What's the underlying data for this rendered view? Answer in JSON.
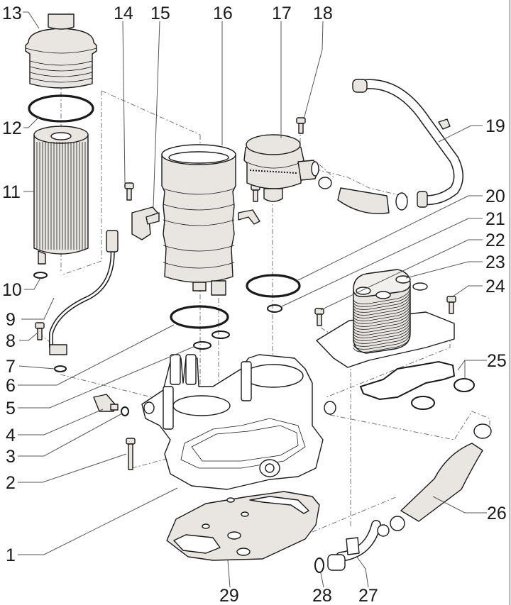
{
  "diagram": {
    "title": "Oil filter housing / oil cooler — exploded view",
    "callouts": [
      {
        "id": "1",
        "label": "1"
      },
      {
        "id": "2",
        "label": "2"
      },
      {
        "id": "3",
        "label": "3"
      },
      {
        "id": "4",
        "label": "4"
      },
      {
        "id": "5",
        "label": "5"
      },
      {
        "id": "6",
        "label": "6"
      },
      {
        "id": "7",
        "label": "7"
      },
      {
        "id": "8",
        "label": "8"
      },
      {
        "id": "9",
        "label": "9"
      },
      {
        "id": "10",
        "label": "10"
      },
      {
        "id": "11",
        "label": "11"
      },
      {
        "id": "12",
        "label": "12"
      },
      {
        "id": "13",
        "label": "13"
      },
      {
        "id": "14",
        "label": "14"
      },
      {
        "id": "15",
        "label": "15"
      },
      {
        "id": "16",
        "label": "16"
      },
      {
        "id": "17",
        "label": "17"
      },
      {
        "id": "18",
        "label": "18"
      },
      {
        "id": "19",
        "label": "19"
      },
      {
        "id": "20",
        "label": "20"
      },
      {
        "id": "21",
        "label": "21"
      },
      {
        "id": "22",
        "label": "22"
      },
      {
        "id": "23",
        "label": "23"
      },
      {
        "id": "24",
        "label": "24"
      },
      {
        "id": "25",
        "label": "25"
      },
      {
        "id": "26",
        "label": "26"
      },
      {
        "id": "27",
        "label": "27"
      },
      {
        "id": "28",
        "label": "28"
      },
      {
        "id": "29",
        "label": "29"
      }
    ],
    "parts": [
      {
        "callout": "1",
        "name": "oil-filter-housing"
      },
      {
        "callout": "2",
        "name": "bolt"
      },
      {
        "callout": "3",
        "name": "seal-ring"
      },
      {
        "callout": "4",
        "name": "oil-pressure-switch"
      },
      {
        "callout": "5",
        "name": "o-ring"
      },
      {
        "callout": "6",
        "name": "o-ring-large"
      },
      {
        "callout": "7",
        "name": "o-ring-small"
      },
      {
        "callout": "8",
        "name": "bolt"
      },
      {
        "callout": "9",
        "name": "oil-line"
      },
      {
        "callout": "10",
        "name": "o-ring"
      },
      {
        "callout": "11",
        "name": "filter-element"
      },
      {
        "callout": "12",
        "name": "seal"
      },
      {
        "callout": "13",
        "name": "filter-cap"
      },
      {
        "callout": "14",
        "name": "bolt"
      },
      {
        "callout": "15",
        "name": "bracket"
      },
      {
        "callout": "16",
        "name": "oil-separator"
      },
      {
        "callout": "17",
        "name": "pressure-regulating-valve"
      },
      {
        "callout": "18",
        "name": "bolt"
      },
      {
        "callout": "19",
        "name": "breather-pipe"
      },
      {
        "callout": "20",
        "name": "o-ring"
      },
      {
        "callout": "21",
        "name": "o-ring-small"
      },
      {
        "callout": "22",
        "name": "bolt"
      },
      {
        "callout": "23",
        "name": "oil-cooler"
      },
      {
        "callout": "24",
        "name": "bolt"
      },
      {
        "callout": "25",
        "name": "seals"
      },
      {
        "callout": "26",
        "name": "coolant-hose"
      },
      {
        "callout": "27",
        "name": "coolant-pipe"
      },
      {
        "callout": "28",
        "name": "o-ring"
      },
      {
        "callout": "29",
        "name": "gasket"
      }
    ]
  }
}
